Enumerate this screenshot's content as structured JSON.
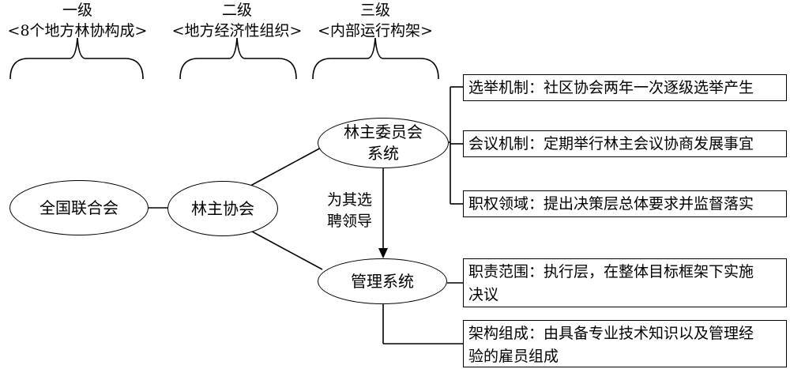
{
  "levels": [
    {
      "title": "一级",
      "subtitle": "<8个地方林协构成>"
    },
    {
      "title": "二级",
      "subtitle": "<地方经济性组织>"
    },
    {
      "title": "三级",
      "subtitle": "<内部运行构架>"
    }
  ],
  "nodes": {
    "national": "全国联合会",
    "owners_assoc": "林主协会",
    "committee_line1": "林主委员会",
    "committee_line2": "系统",
    "management": "管理系统"
  },
  "edge_label": {
    "line1": "为其选",
    "line2": "聘领导"
  },
  "committee_boxes": [
    "选举机制：社区协会两年一次逐级选举产生",
    "会议机制：定期举行林主会议协商发展事宜",
    "职权领域：提出决策层总体要求并监督落实"
  ],
  "management_boxes": [
    {
      "line1": "职责范围：执行层，在整体目标框架下实施",
      "line2": "决议"
    },
    {
      "line1": "架构组成：由具备专业技术知识以及管理经",
      "line2": "验的雇员组成"
    }
  ]
}
